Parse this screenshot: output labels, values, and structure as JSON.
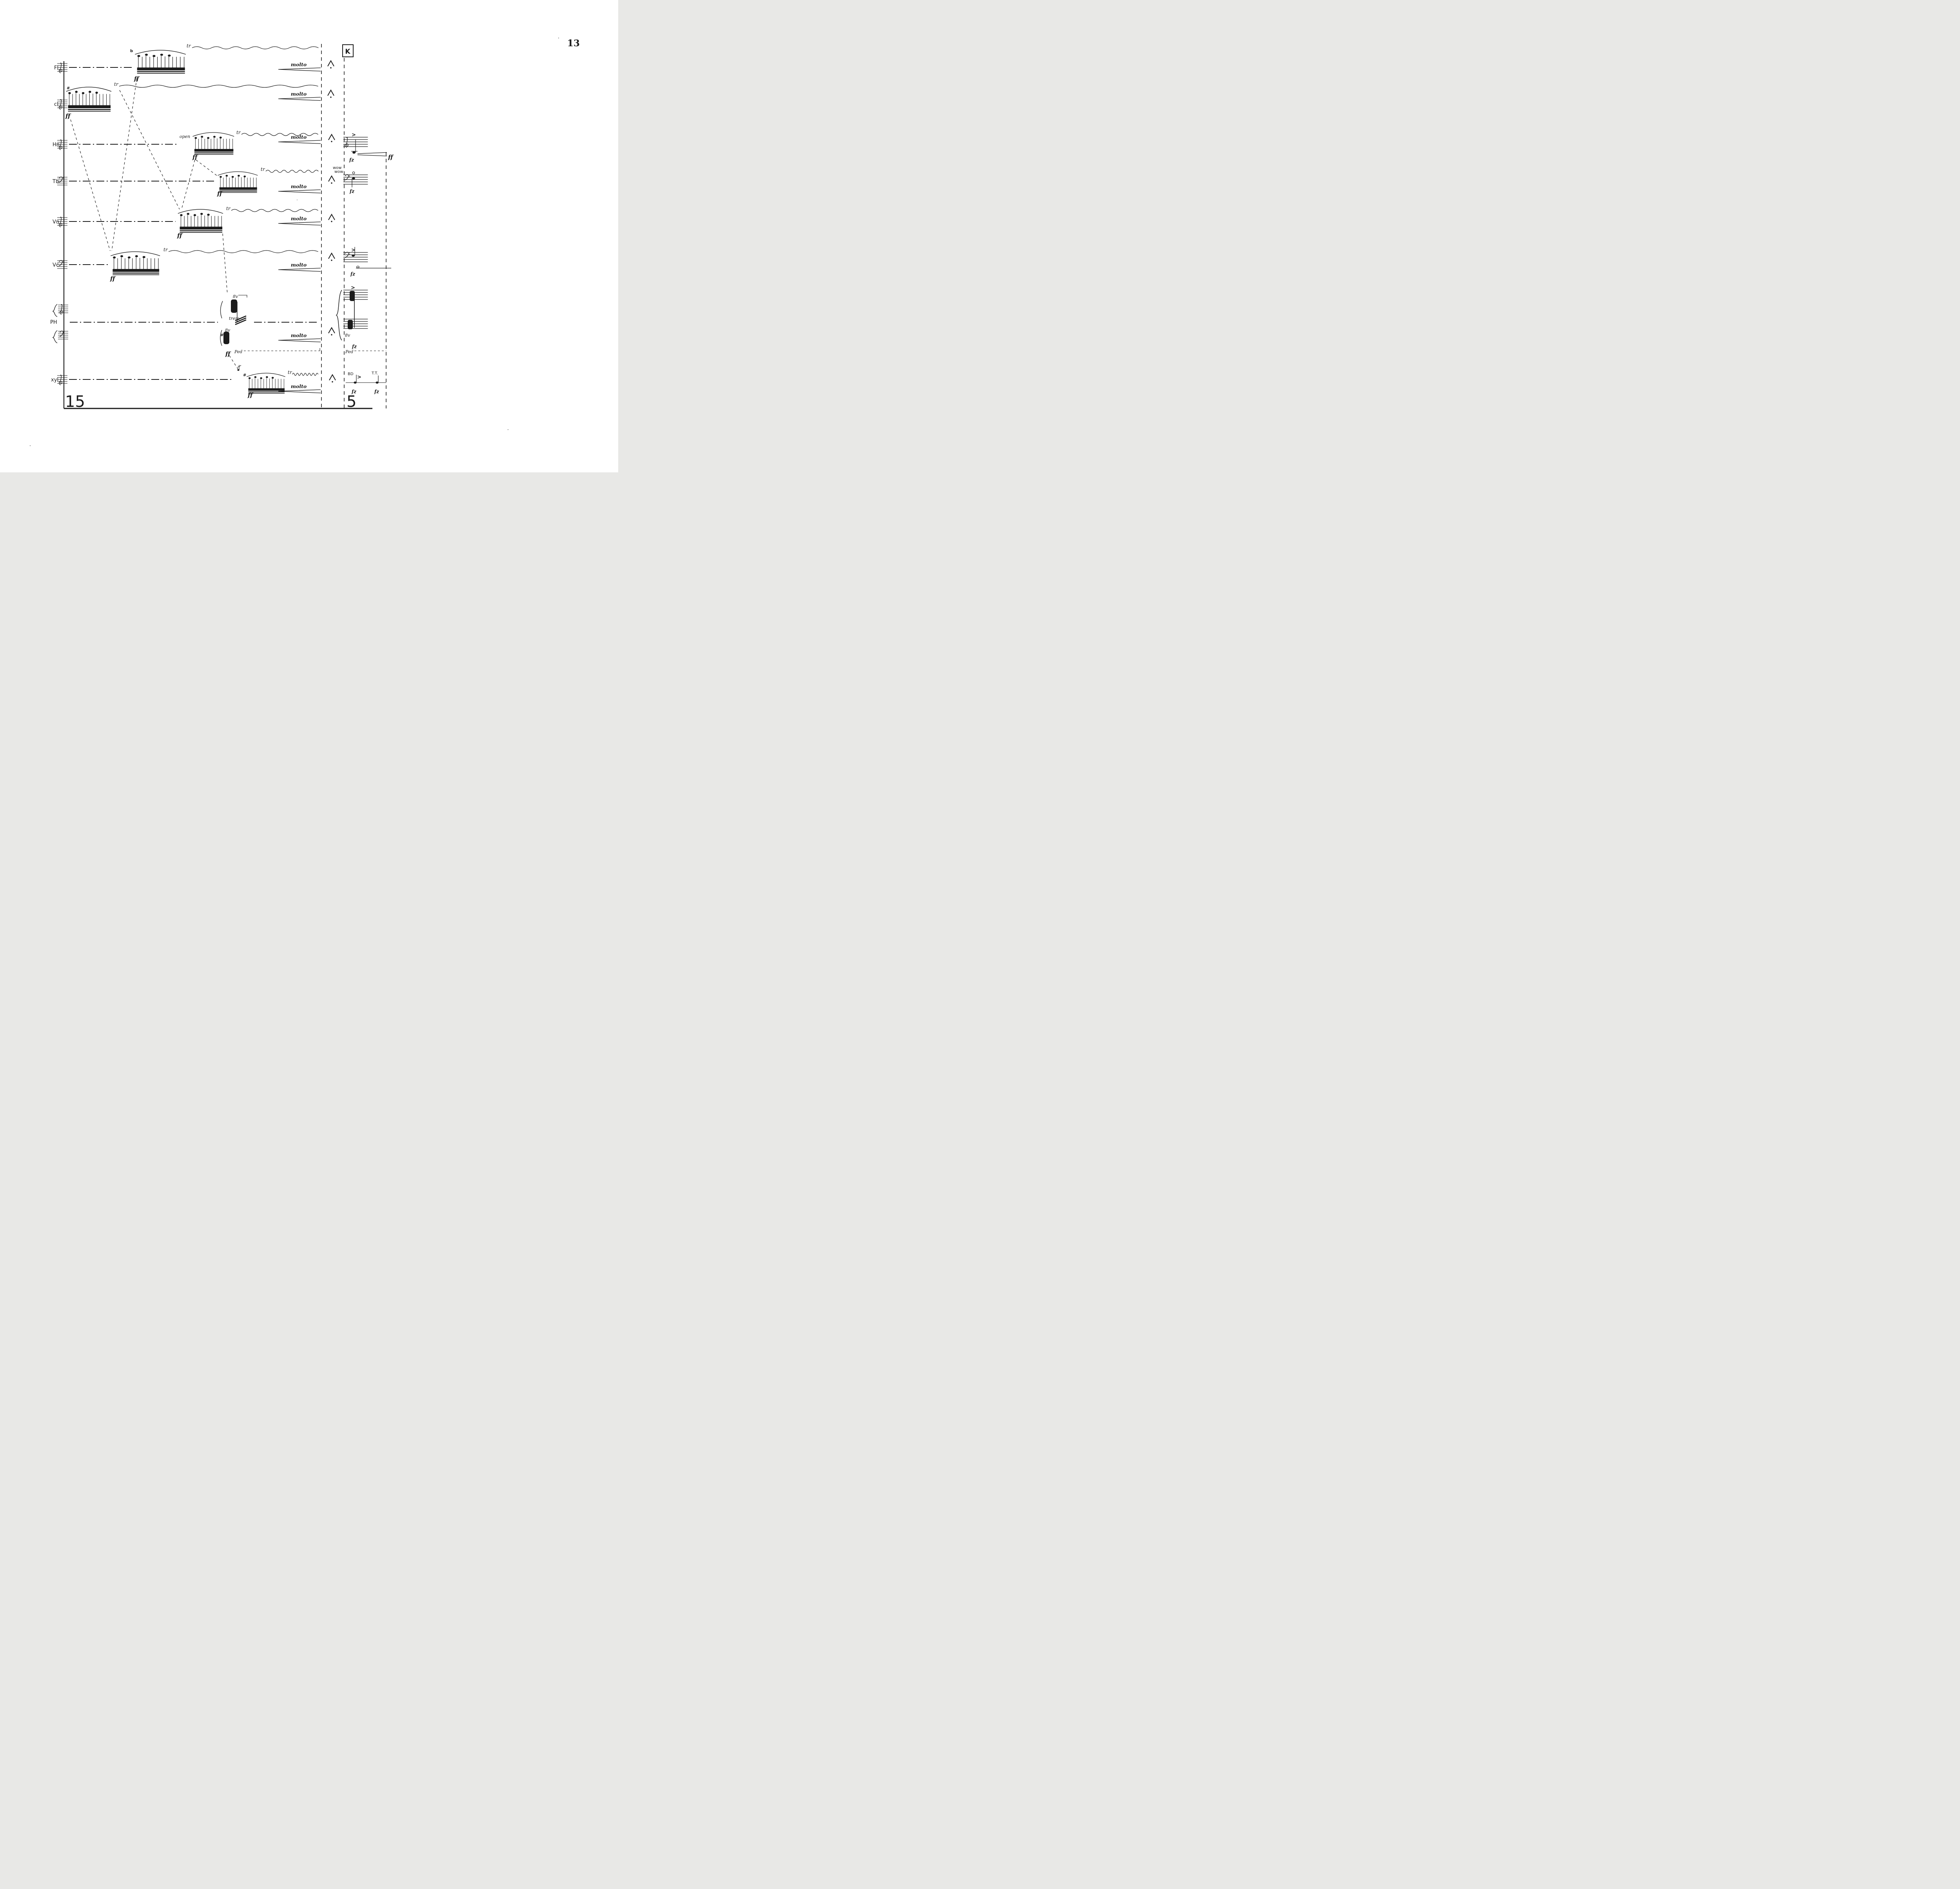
{
  "page": {
    "number": "13",
    "rehearsal_mark": "K",
    "system_number_left": "15",
    "system_number_right": "5"
  },
  "instruments": [
    {
      "id": "fl",
      "label": "Fl"
    },
    {
      "id": "cl",
      "label": "cl"
    },
    {
      "id": "hn",
      "label": "Hn"
    },
    {
      "id": "tb",
      "label": "Tb"
    },
    {
      "id": "vn",
      "label": "Vn"
    },
    {
      "id": "vc",
      "label": "Vc"
    },
    {
      "id": "ph",
      "label": "PH"
    },
    {
      "id": "xyl",
      "label": "xyl"
    }
  ],
  "markings": {
    "molto": "molto",
    "trill": "tr",
    "ff": "ff",
    "fz": "fz",
    "open": "open",
    "wow": "wow",
    "ped": "Ped",
    "octave_up": "8v",
    "trem": "trem",
    "bass_drum": "BD",
    "tam_tam": "T.T.",
    "sharp": "#",
    "flat": "b",
    "accent": ">"
  }
}
